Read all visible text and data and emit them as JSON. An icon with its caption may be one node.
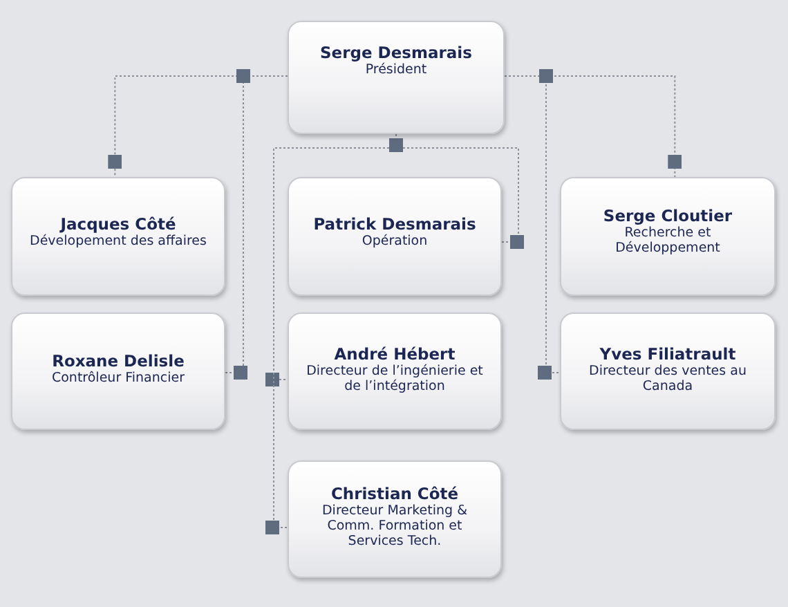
{
  "diagram": {
    "nodes": [
      {
        "text": [
          "Serge Desmarais",
          "Président"
        ]
      },
      {
        "text": [
          "Jacques Côté",
          "Dévelopement des affaires"
        ]
      },
      {
        "text": [
          "Patrick Desmarais",
          "Opération"
        ]
      },
      {
        "text": [
          "Serge Cloutier",
          "Recherche et Développement"
        ]
      },
      {
        "text": [
          "Roxane Delisle",
          "Contrôleur Financier"
        ]
      },
      {
        "text": [
          "André Hébert",
          "Directeur de l’ingénierie et de l’intégration"
        ]
      },
      {
        "text": [
          "Yves Filiatrault",
          "Directeur des ventes au Canada"
        ]
      },
      {
        "text": [
          "Christian Côté",
          "Directeur Marketing & Comm. Formation et Services Tech."
        ]
      }
    ],
    "edges": [
      {
        "from": 0,
        "to": 1,
        "arrow": "other",
        "style": "dashed"
      },
      {
        "from": 0,
        "to": 4,
        "arrow": "other",
        "style": "dashed"
      },
      {
        "from": 0,
        "to": 3,
        "arrow": "other",
        "style": "dashed"
      },
      {
        "from": 0,
        "to": 6,
        "arrow": "other",
        "style": "dashed"
      },
      {
        "from": 0,
        "to": 2,
        "arrow": "other",
        "style": "dashed"
      },
      {
        "from": 0,
        "to": 5,
        "arrow": "other",
        "style": "dashed"
      },
      {
        "from": 0,
        "to": 7,
        "arrow": "other",
        "style": "dashed"
      }
    ]
  }
}
